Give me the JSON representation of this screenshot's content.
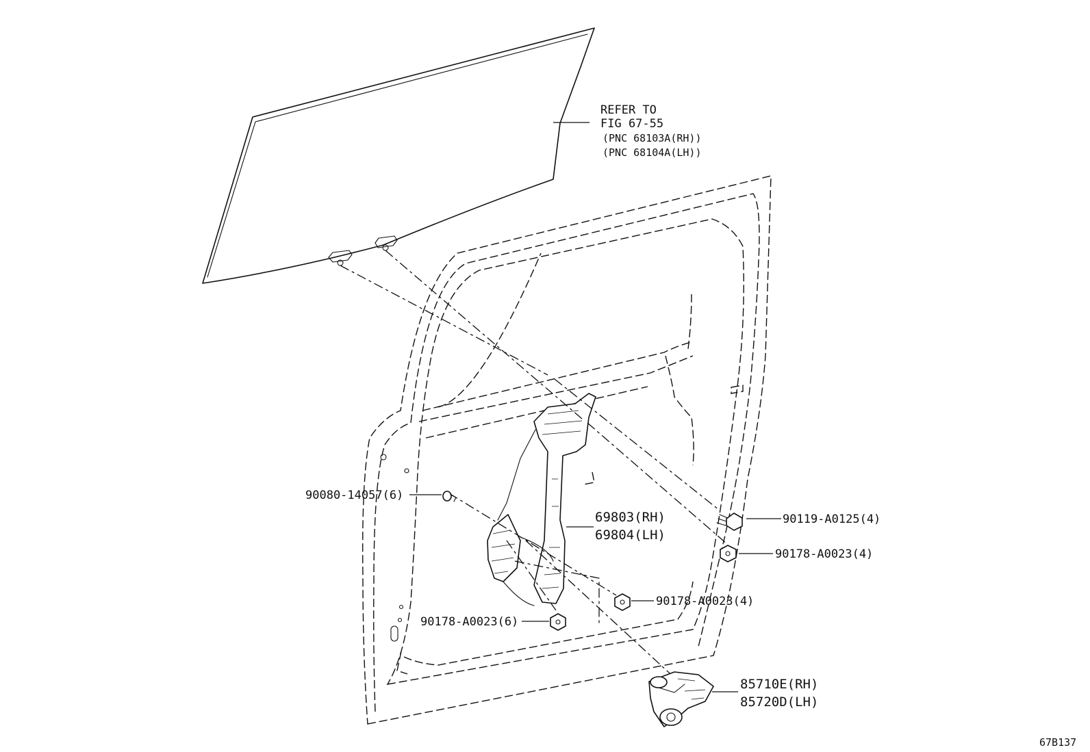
{
  "labels": {
    "glass_ref": {
      "line1": "REFER TO",
      "line2": "FIG 67-55",
      "line3": "(PNC 68103A(RH))",
      "line4": "(PNC 68104A(LH))"
    },
    "bolt_left": "90080-14057(6)",
    "regulator_rh": "69803(RH)",
    "regulator_lh": "69804(LH)",
    "bolt_right": "90119-A0125(4)",
    "nut_right_upper": "90178-A0023(4)",
    "nut_right_lower": "90178-A0023(4)",
    "nut_left": "90178-A0023(6)",
    "motor_rh": "85710E(RH)",
    "motor_lh": "85720D(LH)",
    "figure_id": "67B137"
  }
}
